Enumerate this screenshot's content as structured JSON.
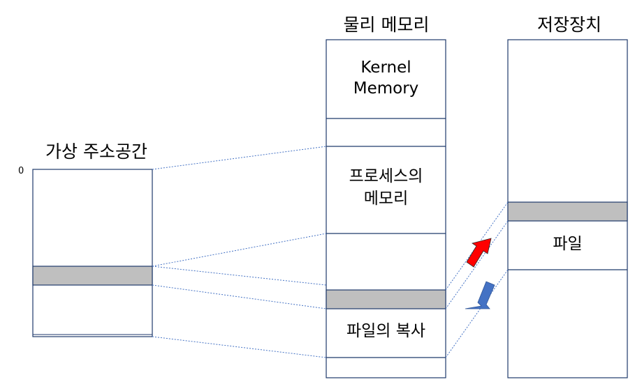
{
  "titles": {
    "virtual": "가상 주소공간",
    "physical": "물리 메모리",
    "storage": "저장장치"
  },
  "virtual": {
    "origin": "0"
  },
  "physical": {
    "kernel_line1": "Kernel",
    "kernel_line2": "Memory",
    "process_line1": "프로세스의",
    "process_line2": "메모리",
    "copy": "파일의 복사"
  },
  "storage": {
    "file": "파일"
  },
  "colors": {
    "block_gray": "#bfbfbf",
    "guide_line": "#4472c4",
    "arrow_up": "#ff0000",
    "arrow_down": "#4472c4",
    "box_border": "#1f3a6b"
  }
}
